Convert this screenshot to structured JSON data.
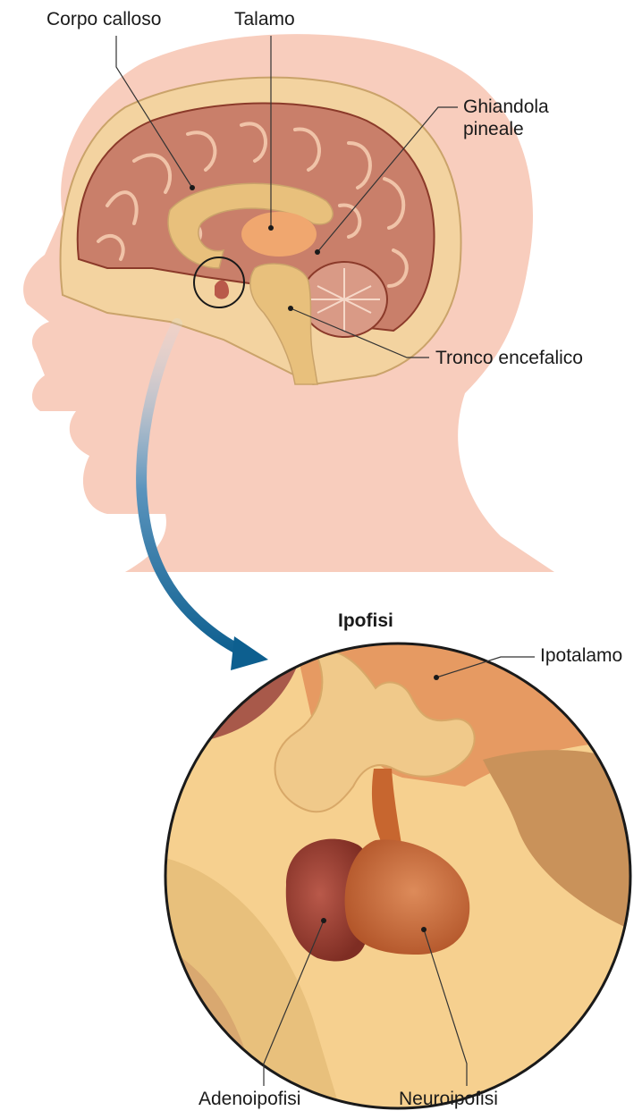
{
  "labels": {
    "corpo_calloso": "Corpo calloso",
    "talamo": "Talamo",
    "ghiandola_pineale_1": "Ghiandola",
    "ghiandola_pineale_2": "pineale",
    "tronco_encefalico": "Tronco encefalico",
    "ipofisi_title": "Ipofisi",
    "ipotalamo": "Ipotalamo",
    "adenoipofisi": "Adenoipofisi",
    "neuroipofisi": "Neuroipofisi"
  },
  "colors": {
    "skin": "#f8cdbd",
    "skull": "#f3d3a0",
    "brain_cortex": "#c97f6a",
    "brain_outline": "#8b3a2a",
    "midline_tan": "#e8c07c",
    "thalamus": "#f0a76f",
    "cerebellum": "#d99a86",
    "arrow_blue": "#0d5f8f",
    "circle_bg": "#f6d08f",
    "adenoipofisi": "#9a3b2e",
    "neuroipofisi": "#c7662f"
  }
}
